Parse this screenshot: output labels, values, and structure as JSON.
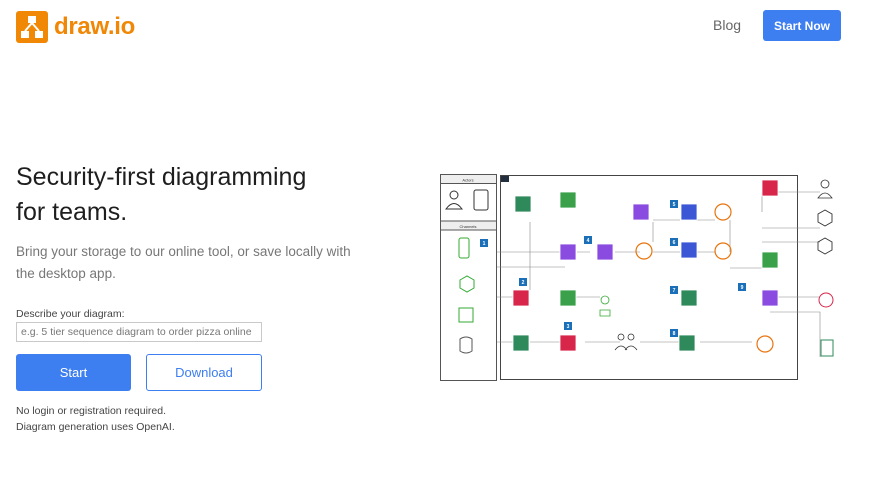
{
  "header": {
    "logo_text": "draw.io",
    "nav_blog": "Blog",
    "start_now_label": "Start Now"
  },
  "hero": {
    "title_line1": "Security-first diagramming",
    "title_line2": "for teams.",
    "subtitle": "Bring your storage to our online tool, or save locally with the desktop app."
  },
  "form": {
    "label": "Describe your diagram:",
    "placeholder": "e.g. 5 tier sequence diagram to order pizza online",
    "value": "",
    "start_label": "Start",
    "download_label": "Download"
  },
  "notes": {
    "line1": "No login or registration required.",
    "line2": "Diagram generation uses OpenAI."
  },
  "colors": {
    "brand_orange": "#f08705",
    "accent_blue": "#3d7ef0"
  },
  "diagram": {
    "left_panel": [
      "Actors",
      "Channels"
    ],
    "step_numbers": [
      "1",
      "2",
      "3",
      "4",
      "5",
      "6",
      "7",
      "8",
      "9"
    ]
  }
}
